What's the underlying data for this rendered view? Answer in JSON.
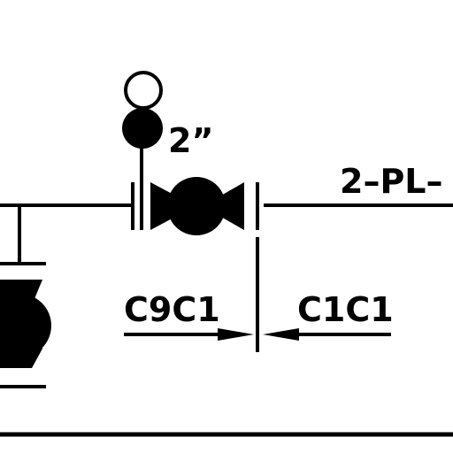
{
  "drawing": {
    "line_color": "#000000",
    "background": "#ffffff",
    "labels": {
      "size": "2”",
      "line_number": "2–PL–",
      "spec_left": "C9C1",
      "spec_right": "C1C1"
    },
    "symbols": {
      "instrument": "valve-actuator-symbol",
      "main_valve": "ball-valve-symbol",
      "side_valve": "ball-valve-symbol",
      "spec_break": "spec-break-symbol"
    }
  }
}
